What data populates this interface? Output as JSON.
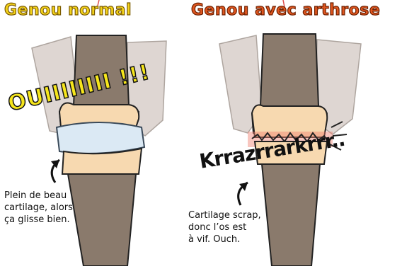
{
  "panels": {
    "left": {
      "title": "Genou normal",
      "sound": "OUIIIIIIII !!!",
      "caption": "Plein de beau\ncartilage, alors\nça glisse bien."
    },
    "right": {
      "title": "Genou avec arthrose",
      "sound": "Krrazrrarkrrr..",
      "caption": "Cartilage scrap,\ndonc l’os est\nà vif. Ouch."
    }
  },
  "colors": {
    "title_left": "#f3d21a",
    "title_right": "#e0561f",
    "bone_fill": "#8a7a6c",
    "cartilage_blue": "#dbe9f4",
    "cartilage_cream": "#f7d9b0",
    "friction_red": "#f08070",
    "background_bones": "#c9bfb8"
  }
}
